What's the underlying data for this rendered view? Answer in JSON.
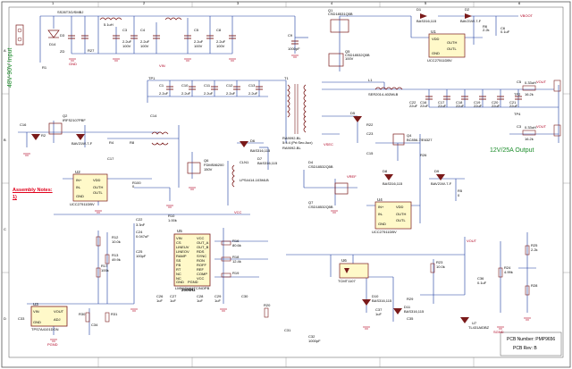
{
  "frame": {
    "cols": [
      "1",
      "2",
      "3",
      "4",
      "5",
      "6"
    ],
    "rows": [
      "A",
      "B",
      "C",
      "D"
    ]
  },
  "titles": {
    "input": "48V-90V Input",
    "output": "12V/25A Output",
    "assembly_notes": "Assembly Notes:",
    "assembly_item": "1)",
    "freq": "200kHz"
  },
  "title_block": {
    "pcb_number": "PCB Number: PMP9656",
    "pcb_rev": "PCB Rev: B"
  },
  "top_section": {
    "line1": [
      "SS26T3G/SMBJ",
      "Q1",
      "CSD18531Q5B",
      "D1",
      "BAS316,115",
      "D2",
      "BAV21W-7-F"
    ],
    "line2": [
      "5.1uH",
      "C3",
      "2.2uF",
      "100V",
      "C4",
      "2.2uF",
      "100V",
      "C5",
      "2.2uF",
      "100V",
      "C8",
      "2.2uF",
      "100V"
    ],
    "line3": [
      "R1",
      "D14",
      "D3",
      "ZD",
      "R27",
      "GND",
      "C9",
      "1000pF",
      "Q5",
      "CSD18532Q5B",
      "100V"
    ],
    "u1": [
      "U1",
      "VDD",
      "OUTH",
      "OUTL",
      "GND",
      "UCC27511DBV"
    ],
    "caps_right": [
      "C6",
      "0.1uF",
      "R6",
      "2.2k",
      "VBOOT"
    ]
  },
  "mid_section": {
    "caps_row": [
      "C1",
      "2.2uF",
      "C10",
      "2.2uF",
      "C11",
      "2.2uF",
      "C12",
      "2.2uF",
      "C13",
      "2.2uF"
    ],
    "transformer": [
      "T1",
      "RA9092-BL",
      "5:4:4 (Pri:Sec:Aux)",
      "RA9092-BL"
    ],
    "inductor": [
      "L1",
      "SER2014-402MLB",
      "C16",
      "22uF",
      "C17",
      "22uF",
      "C18",
      "22uF",
      "C19",
      "22uF",
      "C20",
      "22uF",
      "C21",
      "22uF",
      "C22",
      "22uF"
    ],
    "output_caps": [
      "C5",
      "0.33uH",
      "16.2k",
      "C3",
      "0.33uH",
      "16.2k"
    ],
    "left": [
      "C16",
      "R2",
      "Q2",
      "IRFS2107PBF",
      "BAV21W-7-F",
      "R4",
      "R8",
      "C14"
    ],
    "right_labels": [
      "VOUT",
      "VOUT",
      "TP1",
      "TP2",
      "TP4"
    ],
    "d5_area": [
      "D5",
      "R22",
      "C23",
      "C15",
      "Q4",
      "BC856-7/E6327",
      "R26",
      "D6",
      "BAS316,115"
    ]
  },
  "lower_section": {
    "u2": [
      "U2",
      "IN+",
      "IN-",
      "VDD",
      "OUTH",
      "OUTL",
      "GND",
      "UCC27511DBV"
    ],
    "q6": [
      "Q6",
      "FDMS86200",
      "150V"
    ],
    "misc": [
      "R100",
      "0",
      "C17",
      "CLN1",
      "LPS4414-103MLB",
      "D7",
      "BAS316,115",
      "Q7",
      "CSD18532Q5B",
      "D4",
      "CSD18532Q5B"
    ],
    "u4": [
      "U4",
      "IN+",
      "IN-",
      "VDD",
      "OUTH",
      "OUTL",
      "GND",
      "UCC27511DBV"
    ],
    "d8": [
      "D8",
      "BAS316,115",
      "D9",
      "BAV21W-7-F",
      "R5",
      "0"
    ]
  },
  "controller": {
    "u5": "U5",
    "part": "LM5025AMTC/NOPB",
    "pins_left": [
      "VIN",
      "CS",
      "LINEUV",
      "LINEOV",
      "RAMP",
      "SS",
      "FB",
      "RT",
      "NC",
      "NC",
      "GND",
      "PGND"
    ],
    "pins_right": [
      "VCC",
      "OUT_A",
      "OUT_B",
      "RDS",
      "SYNC",
      "RON",
      "ROFF",
      "REF",
      "COMP",
      "VCC"
    ],
    "parts": [
      "C22",
      "R10",
      "C24",
      "C25",
      "R12",
      "R13",
      "R17",
      "R16",
      "R18",
      "R19",
      "R20",
      "C26",
      "C27",
      "C28",
      "C29",
      "C30",
      "C31",
      "C32"
    ],
    "values": [
      "3.3nF",
      "1.00k",
      "0.047uF",
      "100pF",
      "10.0k",
      "49.9k",
      "100k",
      "80.6k",
      "12.4k",
      "1uF",
      "1uF",
      "1uF",
      "1uF",
      "1000pF"
    ]
  },
  "regulator": {
    "u3": "U3",
    "part": "TPS7A4101DGN",
    "pins": [
      "VIN",
      "VOUT",
      "ADJ",
      "GND"
    ],
    "parts": [
      "C33",
      "R30",
      "C34",
      "R31"
    ]
  },
  "feedback": {
    "u6": "U6",
    "part": "TCMT1107",
    "refs": [
      "R23",
      "R24",
      "R25",
      "R28",
      "R29",
      "C35",
      "C36",
      "C37",
      "D10",
      "D11",
      "U7"
    ],
    "values": [
      "10.0k",
      "4.99k",
      "2.2k",
      "0.1uF",
      "1uF",
      "BAS316,115",
      "BAS316,115",
      "TL431AIDBZ"
    ]
  },
  "nets": {
    "vin": "VIN",
    "vout": "VOUT",
    "vcc": "VCC",
    "vref": "VREF",
    "vsec": "VSEC",
    "gnd": "PGND",
    "pgnd": "SGND"
  },
  "colors": {
    "wire": "#1a3aa0",
    "component": "#7a1a1a",
    "net_red": "#e0001b",
    "green": "#1b8c2a",
    "frame": "#555555",
    "ic_fill": "#fff9c9"
  }
}
